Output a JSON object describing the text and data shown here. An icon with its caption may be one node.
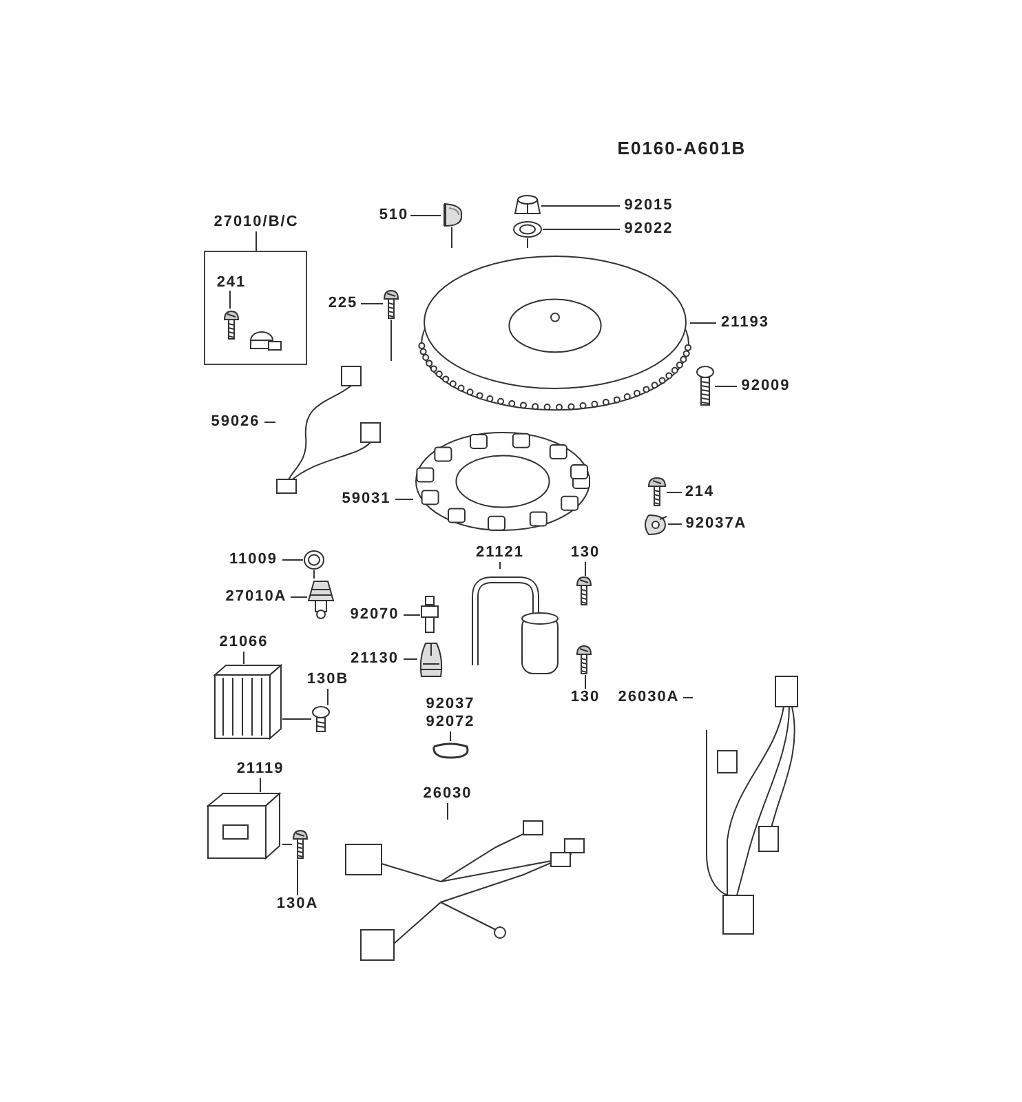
{
  "diagram": {
    "nodes": [
      {
        "text": [
          "27010/B/C"
        ]
      },
      {
        "text": [],
        "shape": "box"
      },
      {
        "text": [
          "241"
        ],
        "in": 1
      },
      {
        "text": [],
        "shape": "picture",
        "in": 1
      },
      {
        "text": [
          "510"
        ]
      },
      {
        "text": [],
        "shape": "picture"
      },
      {
        "text": [
          "92015"
        ]
      },
      {
        "text": [],
        "shape": "picture"
      },
      {
        "text": [
          "92022"
        ]
      },
      {
        "text": [],
        "shape": "picture"
      },
      {
        "text": [
          "225"
        ]
      },
      {
        "text": [],
        "shape": "picture"
      },
      {
        "text": [
          "21193"
        ]
      },
      {
        "text": [],
        "shape": "picture"
      },
      {
        "text": [
          "59026"
        ]
      },
      {
        "text": [],
        "shape": "picture"
      },
      {
        "text": [
          "92009"
        ]
      },
      {
        "text": [],
        "shape": "picture"
      },
      {
        "text": [
          "59031"
        ]
      },
      {
        "text": [],
        "shape": "picture"
      },
      {
        "text": [
          "214"
        ]
      },
      {
        "text": [],
        "shape": "picture"
      },
      {
        "text": [
          "92037A"
        ]
      },
      {
        "text": [],
        "shape": "picture"
      },
      {
        "text": [
          "21121"
        ]
      },
      {
        "text": [],
        "shape": "picture"
      },
      {
        "text": [
          "11009"
        ]
      },
      {
        "text": [],
        "shape": "picture"
      },
      {
        "text": [
          "27010A"
        ]
      },
      {
        "text": [],
        "shape": "picture"
      },
      {
        "text": [
          "92070"
        ]
      },
      {
        "text": [],
        "shape": "picture"
      },
      {
        "text": [
          "130"
        ]
      },
      {
        "text": [],
        "shape": "picture"
      },
      {
        "text": [
          "21130"
        ]
      },
      {
        "text": [],
        "shape": "picture"
      },
      {
        "text": [
          "130"
        ]
      },
      {
        "text": [],
        "shape": "picture"
      },
      {
        "text": [
          "21066"
        ]
      },
      {
        "text": [],
        "shape": "picture"
      },
      {
        "text": [
          "130B"
        ]
      },
      {
        "text": [],
        "shape": "picture"
      },
      {
        "text": [
          "92037",
          "92072"
        ]
      },
      {
        "text": [],
        "shape": "picture"
      },
      {
        "text": [
          "26030A"
        ]
      },
      {
        "text": [],
        "shape": "picture"
      },
      {
        "text": [
          "21119"
        ]
      },
      {
        "text": [],
        "shape": "picture"
      },
      {
        "text": [
          "130A"
        ]
      },
      {
        "text": [],
        "shape": "picture"
      },
      {
        "text": [
          "26030"
        ]
      },
      {
        "text": [],
        "shape": "picture"
      }
    ],
    "edges": [
      {
        "from": 0,
        "to": 1,
        "arrow": "none"
      },
      {
        "from": 2,
        "to": 3,
        "arrow": "none"
      },
      {
        "from": 4,
        "to": 5,
        "arrow": "none"
      },
      {
        "from": 6,
        "to": 7,
        "arrow": "none"
      },
      {
        "from": 8,
        "to": 9,
        "arrow": "none"
      },
      {
        "from": 10,
        "to": 11,
        "arrow": "none"
      },
      {
        "from": 12,
        "to": 13,
        "arrow": "none"
      },
      {
        "from": 14,
        "to": 15,
        "arrow": "none"
      },
      {
        "from": 16,
        "to": 17,
        "arrow": "none"
      },
      {
        "from": 18,
        "to": 19,
        "arrow": "none"
      },
      {
        "from": 20,
        "to": 21,
        "arrow": "none"
      },
      {
        "from": 22,
        "to": 23,
        "arrow": "none"
      },
      {
        "from": 24,
        "to": 25,
        "arrow": "none"
      },
      {
        "from": 26,
        "to": 27,
        "arrow": "none"
      },
      {
        "from": 28,
        "to": 29,
        "arrow": "none"
      },
      {
        "from": 30,
        "to": 31,
        "arrow": "none"
      },
      {
        "from": 32,
        "to": 33,
        "arrow": "none"
      },
      {
        "from": 34,
        "to": 35,
        "arrow": "none"
      },
      {
        "from": 36,
        "to": 37,
        "arrow": "none"
      },
      {
        "from": 38,
        "to": 39,
        "arrow": "none"
      },
      {
        "from": 40,
        "to": 41,
        "arrow": "none"
      },
      {
        "from": 42,
        "to": 43,
        "arrow": "none"
      },
      {
        "from": 44,
        "to": 45,
        "arrow": "none"
      },
      {
        "from": 46,
        "to": 47,
        "arrow": "none"
      },
      {
        "from": 48,
        "to": 49,
        "arrow": "none"
      },
      {
        "from": 50,
        "to": 51,
        "arrow": "none"
      },
      {
        "from": 5,
        "to": 13,
        "arrow": "none"
      },
      {
        "from": 9,
        "to": 13,
        "arrow": "none"
      },
      {
        "from": 11,
        "to": 15,
        "arrow": "none"
      },
      {
        "from": 27,
        "to": 29,
        "arrow": "none"
      },
      {
        "from": 41,
        "to": 39,
        "arrow": "none"
      },
      {
        "from": 49,
        "to": 47,
        "arrow": "none"
      }
    ],
    "labels": [
      "E0160-A601B"
    ]
  }
}
